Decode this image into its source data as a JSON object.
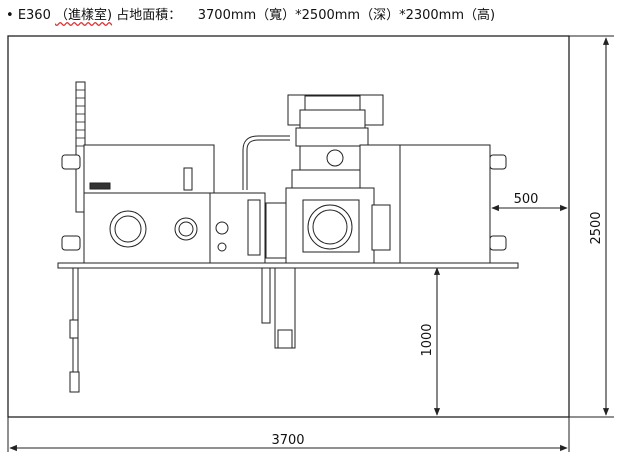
{
  "header": {
    "bullet": "•",
    "model": "E360",
    "room": "（進樣室)",
    "area_label": "占地面積：",
    "dims": "3700mm（寬）*2500mm（深）*2300mm（高)"
  },
  "dimensions": {
    "width": "3700",
    "depth": "2500",
    "offset": "500",
    "front": "1000"
  },
  "colors": {
    "line": "#222222",
    "fill": "#ffffff"
  }
}
